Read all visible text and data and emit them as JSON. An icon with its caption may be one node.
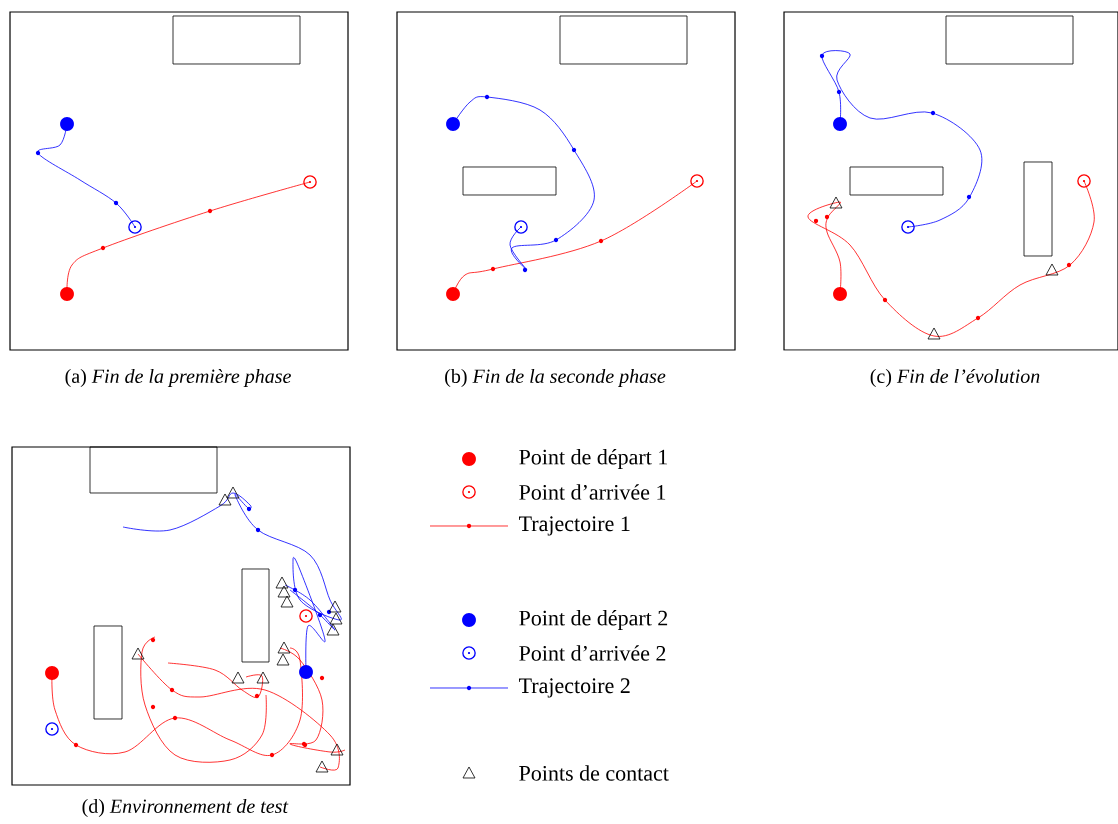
{
  "diagram": {
    "labels": [
      "(a) *Fin de la première phase*",
      "(b) *Fin de la seconde phase*",
      "(c) *Fin de l’évolution*",
      "(d) *Environnement de test*"
    ],
    "legend": [
      {
        "text": "Point de départ 1"
      },
      {
        "text": "Point d’arrivée 1"
      },
      {
        "text": "Trajectoire 1"
      },
      {
        "text": "Point de départ 2"
      },
      {
        "text": "Point d’arrivée 2"
      },
      {
        "text": "Trajectoire 2"
      },
      {
        "text": "Points de contact"
      }
    ]
  }
}
